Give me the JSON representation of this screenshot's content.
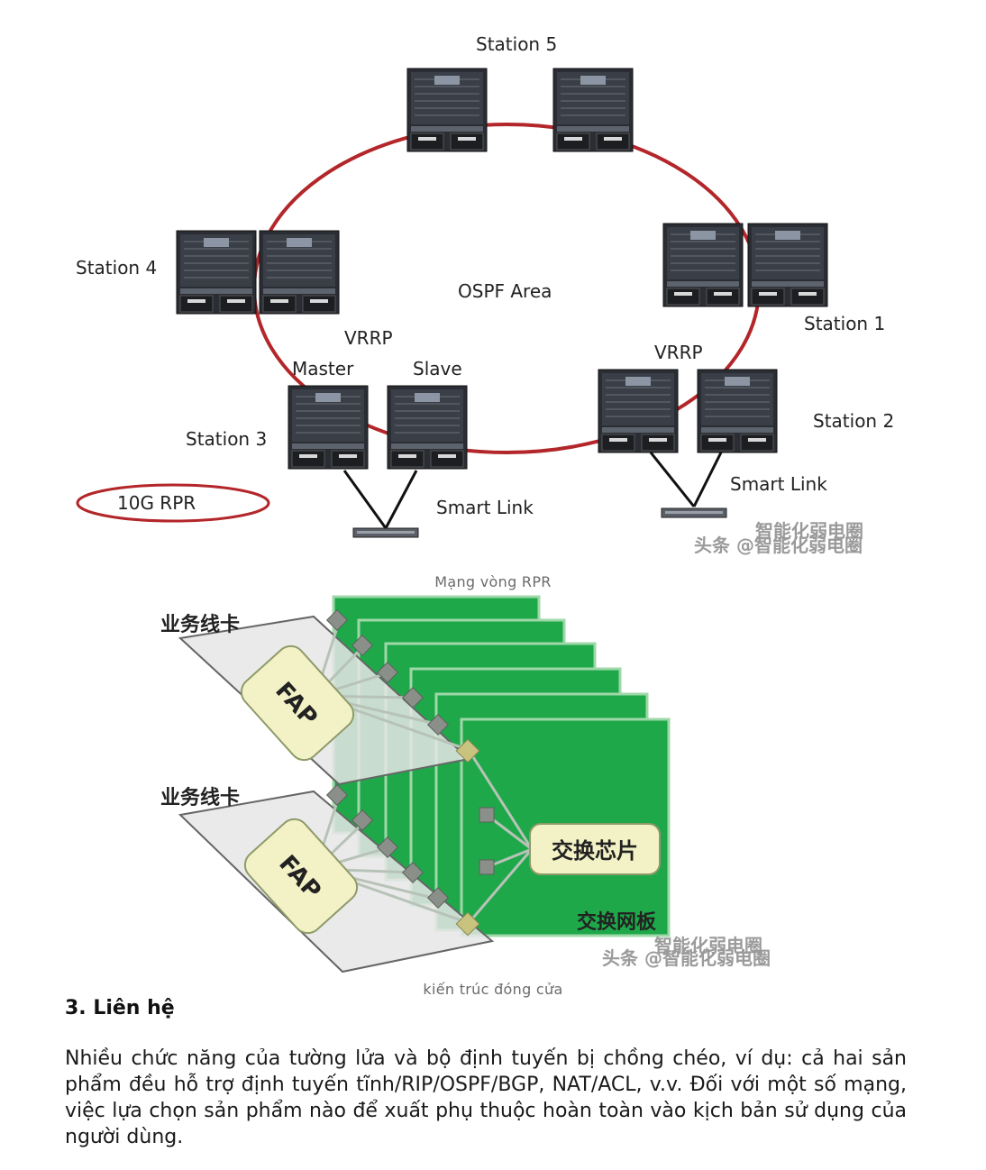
{
  "figure1": {
    "stations": [
      "Station 5",
      "Station 4",
      "Station 1",
      "Station 3",
      "Station 2"
    ],
    "area_label": "OSPF Area",
    "vrrp_left": "VRRP",
    "vrrp_right": "VRRP",
    "master": "Master",
    "slave": "Slave",
    "smart_link_left": "Smart Link",
    "smart_link_right": "Smart Link",
    "legend": "10G RPR",
    "watermark_top": "智能化弱电圈",
    "watermark_bottom": "头条 @智能化弱电圈",
    "caption": "Mạng vòng RPR",
    "ring_color": "#b3262a"
  },
  "figure2": {
    "line_card_top": "业务线卡",
    "line_card_bottom": "业务线卡",
    "fap_top": "FAP",
    "fap_bottom": "FAP",
    "switch_chip": "交换芯片",
    "switch_board": "交换网板",
    "watermark_top": "智能化弱电圈",
    "watermark_bottom": "头条 @智能化弱电圈",
    "caption": "kiến trúc đóng cửa",
    "board_color": "#1fa84a"
  },
  "section": {
    "heading": "3. Liên hệ",
    "paragraph": "Nhiều chức năng của tường lửa và bộ định tuyến bị chồng chéo, ví dụ: cả hai sản phẩm đều hỗ trợ định tuyến tĩnh/RIP/OSPF/BGP, NAT/ACL, v.v. Đối với một số mạng, việc lựa chọn sản phẩm nào để xuất phụ thuộc hoàn toàn vào kịch bản sử dụng của người dùng."
  }
}
